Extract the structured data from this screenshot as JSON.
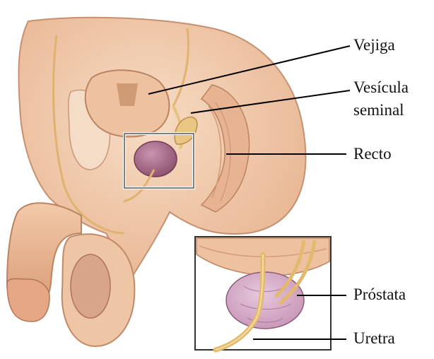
{
  "labels": {
    "bladder": "Vejiga",
    "seminal_vesicle": [
      "Vesícula",
      "seminal"
    ],
    "rectum": "Recto",
    "prostate": "Próstata",
    "urethra": "Uretra"
  },
  "colors": {
    "skin": "#f2cdb0",
    "skin_shadow": "#e3ab86",
    "outline": "#b9845f",
    "bladder": "#e9b894",
    "prostate": "#a86f88",
    "prostate_light": "#d7b0cc",
    "duct": "#e2b770",
    "leader_line": "#000000"
  }
}
